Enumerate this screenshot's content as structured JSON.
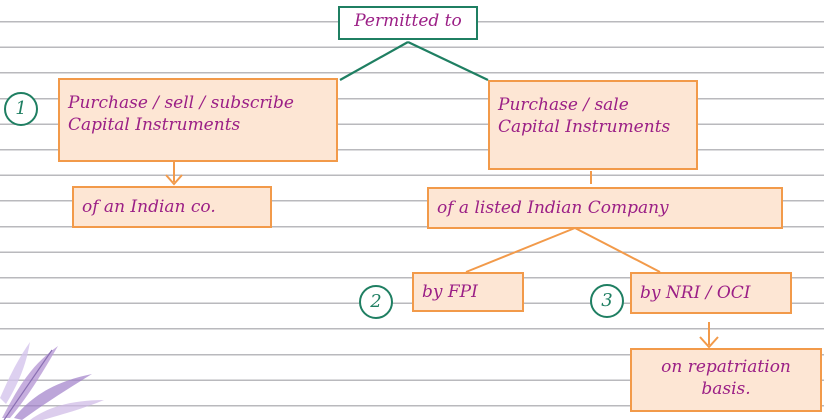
{
  "root": {
    "label": "Permitted to"
  },
  "left_branch": {
    "number": "1",
    "box_line1": "Purchase / sell / subscribe",
    "box_line2": "Capital Instruments",
    "target": "of an Indian co."
  },
  "right_branch": {
    "box_line1": "Purchase / sale",
    "box_line2": "Capital Instruments",
    "target": "of a listed Indian Company",
    "sub_fpi": {
      "number": "2",
      "label": "by FPI"
    },
    "sub_nri": {
      "number": "3",
      "label": "by NRI / OCI"
    },
    "basis_line1": "on repatriation",
    "basis_line2": "basis."
  },
  "colors": {
    "box_fill": "#fde6d4",
    "box_border": "#f29a4a",
    "text": "#9b1f86",
    "root_border": "#1f7f62",
    "badge": "#1f7f62"
  }
}
